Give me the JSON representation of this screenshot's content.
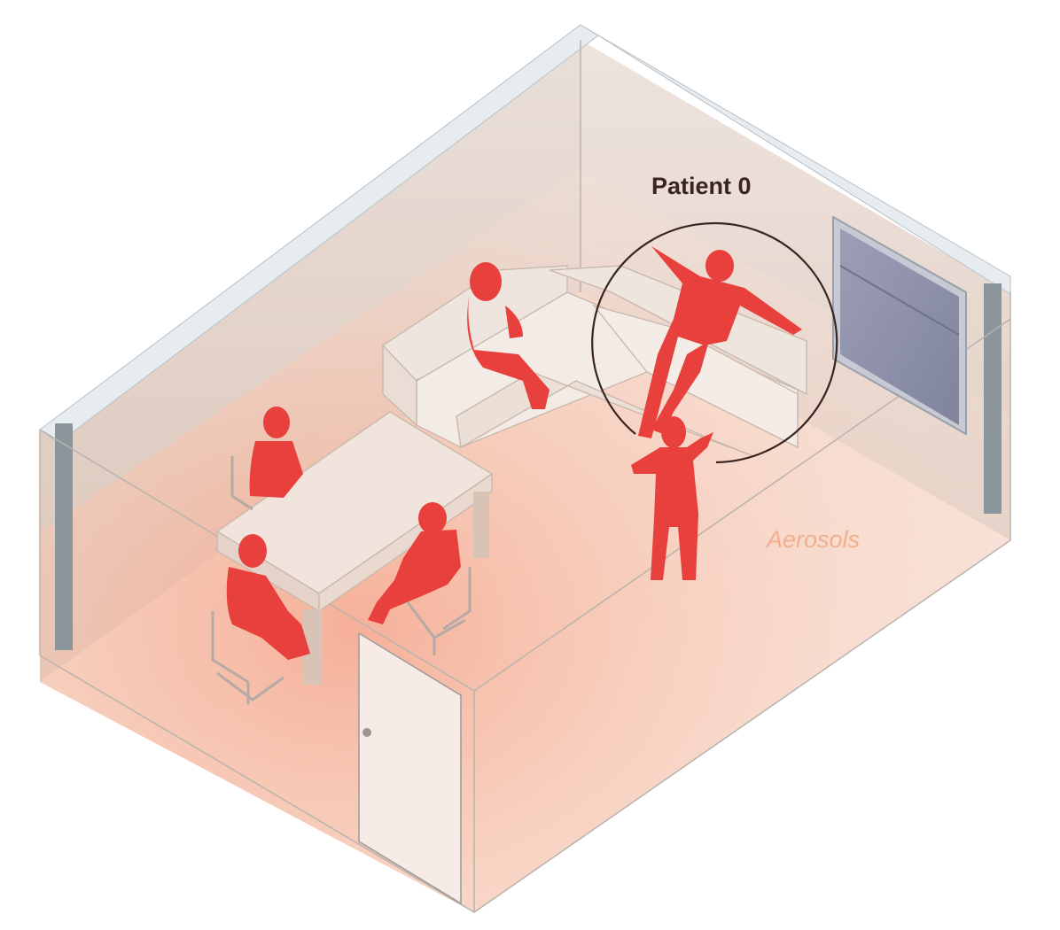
{
  "labels": {
    "patient_zero": "Patient 0",
    "aerosols": "Aerosols"
  },
  "colors": {
    "person": "#e8403d",
    "aerosol_text": "#f0b08e",
    "label_text": "#3a2420",
    "circle": "#3a2420",
    "window_glass": "#8a8fa8"
  },
  "elements": {
    "people_count": 6,
    "icons": [
      "room",
      "sofa",
      "table",
      "chair",
      "door",
      "window",
      "person"
    ]
  }
}
